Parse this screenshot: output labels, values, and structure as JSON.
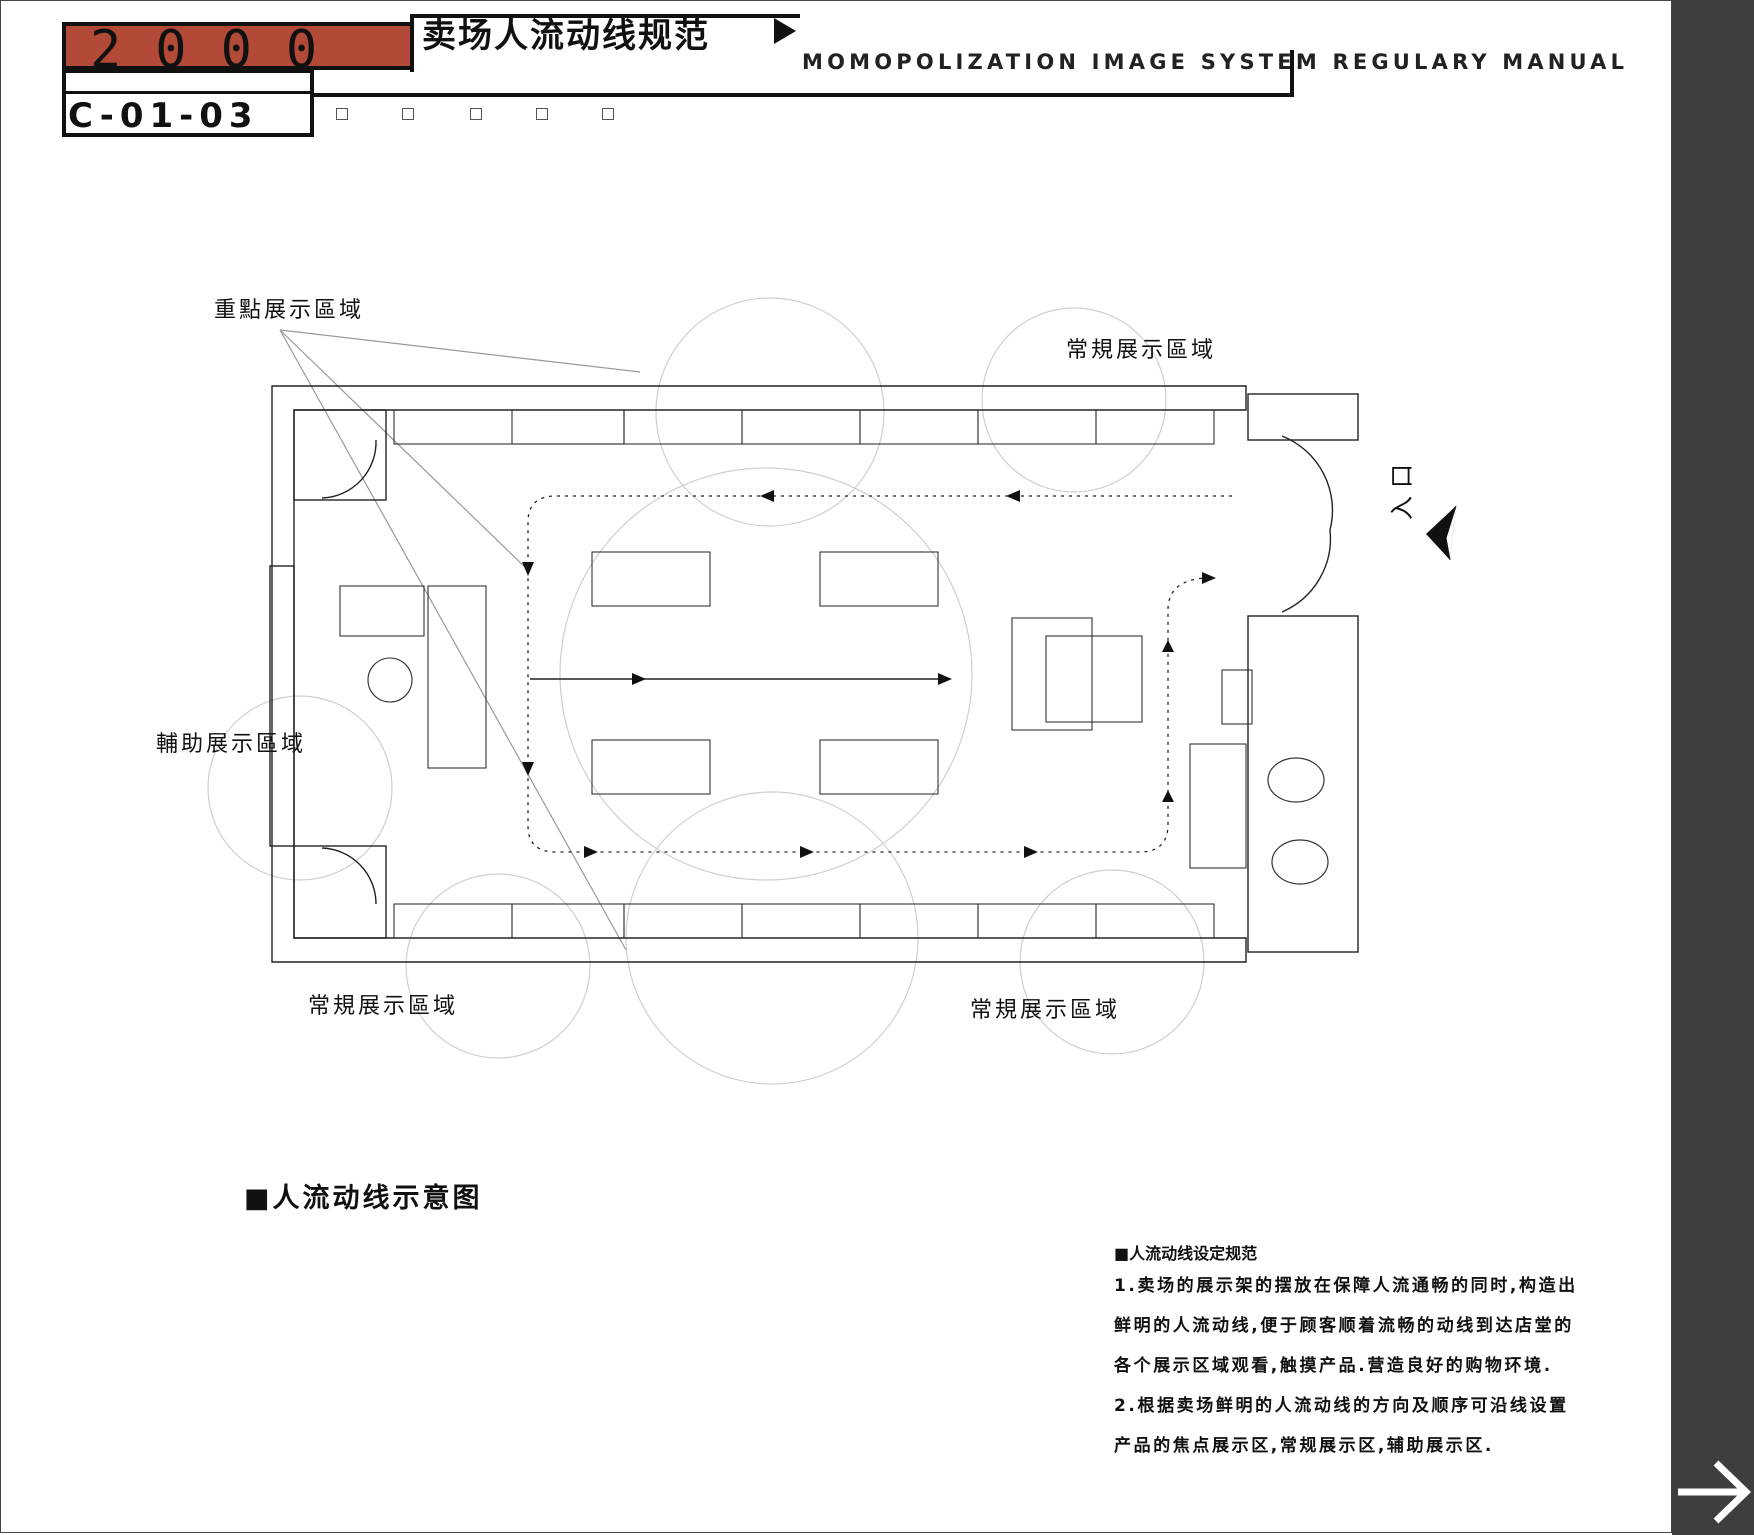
{
  "header": {
    "code_year": "2000",
    "title": "卖场人流动线规范",
    "subtitle": "MOMOPOLIZATION IMAGE SYSTEM REGULARY MANUAL",
    "page_code": "C-01-03"
  },
  "labels": {
    "focus_zone": "重點展示區域",
    "regular_zone_top": "常規展示區域",
    "auxiliary_zone": "輔助展示區域",
    "regular_zone_bottom_left": "常規展示區域",
    "regular_zone_bottom_right": "常規展示區域",
    "entrance": "入口"
  },
  "section_title": "■人流动线示意图",
  "notes": {
    "heading": "■人流动线设定规范",
    "lines": [
      "1.卖场的展示架的摆放在保障人流通畅的同时,构造出",
      "鲜明的人流动线,便于顾客顺着流畅的动线到达店堂的",
      "各个展示区域观看,触摸产品.营造良好的购物环境.",
      "2.根据卖场鲜明的人流动线的方向及顺序可沿线设置",
      "产品的焦点展示区,常规展示区,辅助展示区."
    ]
  },
  "colors": {
    "accent_red": "#b34a38",
    "side_bar": "#3c3f3e"
  },
  "icons": {
    "header_arrow": "triangle-right-icon",
    "next_page": "arrow-right-icon"
  }
}
